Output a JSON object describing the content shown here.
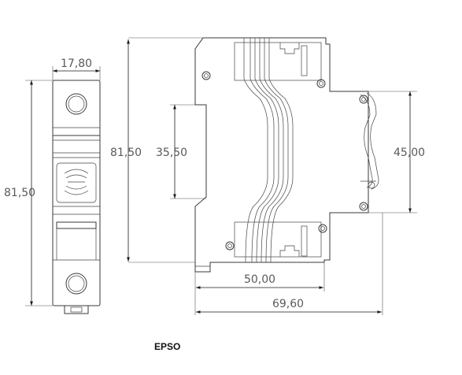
{
  "dimensions": {
    "width_front": "17,80",
    "height_front": "81,50",
    "height_side": "81,50",
    "rail_gap": "35,50",
    "rail_height": "45,00",
    "depth_small": "50,00",
    "depth_total": "69,60"
  },
  "caption": "EPSO"
}
